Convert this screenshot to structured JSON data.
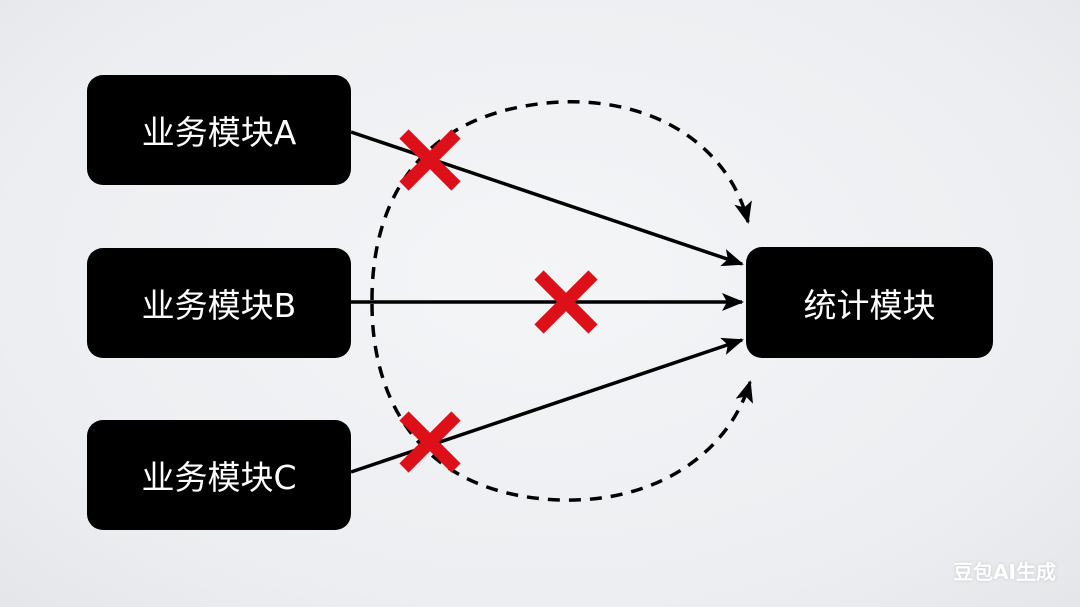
{
  "diagram": {
    "sources": [
      {
        "id": "a",
        "label": "业务模块A"
      },
      {
        "id": "b",
        "label": "业务模块B"
      },
      {
        "id": "c",
        "label": "业务模块C"
      }
    ],
    "target": {
      "label": "统计模块"
    },
    "edges": [
      {
        "from": "业务模块A",
        "to": "统计模块",
        "style": "solid",
        "blocked": true
      },
      {
        "from": "业务模块B",
        "to": "统计模块",
        "style": "solid",
        "blocked": true
      },
      {
        "from": "业务模块C",
        "to": "统计模块",
        "style": "solid",
        "blocked": true
      }
    ],
    "dashed_arcs": [
      {
        "direction": "top",
        "style": "dashed",
        "ends_at": "统计模块"
      },
      {
        "direction": "bottom",
        "style": "dashed",
        "ends_at": "统计模块"
      }
    ],
    "colors": {
      "box": "#000000",
      "box_text": "#ffffff",
      "line": "#000000",
      "cross": "#e0101a",
      "background": "#eef0f2"
    }
  },
  "watermark": "豆包AI生成"
}
